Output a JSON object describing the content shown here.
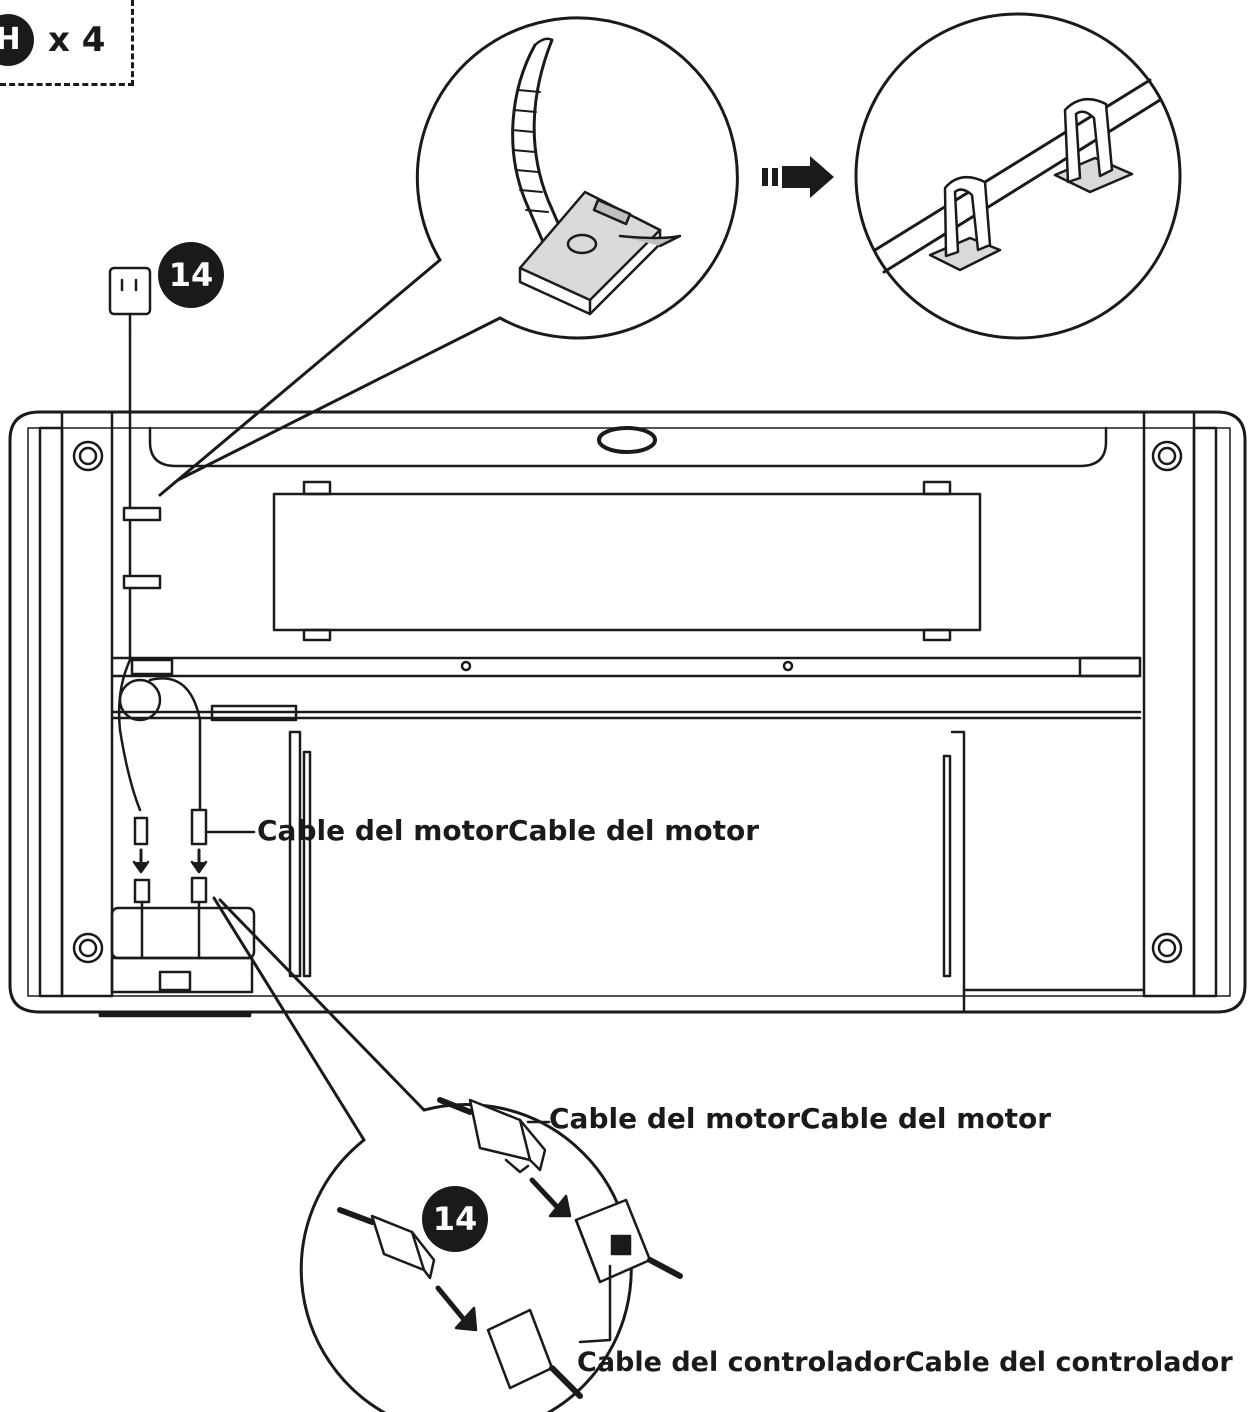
{
  "part_reference": {
    "letter": "H",
    "quantity": "x 4"
  },
  "badges": {
    "adapter_number": "14",
    "connector_number": "14"
  },
  "labels": {
    "motor_cable_top": "Cable del motorCable del motor",
    "motor_cable_zoom": "Cable del motorCable del motor",
    "controller_cable_zoom": "Cable del controladorCable del controlador"
  }
}
